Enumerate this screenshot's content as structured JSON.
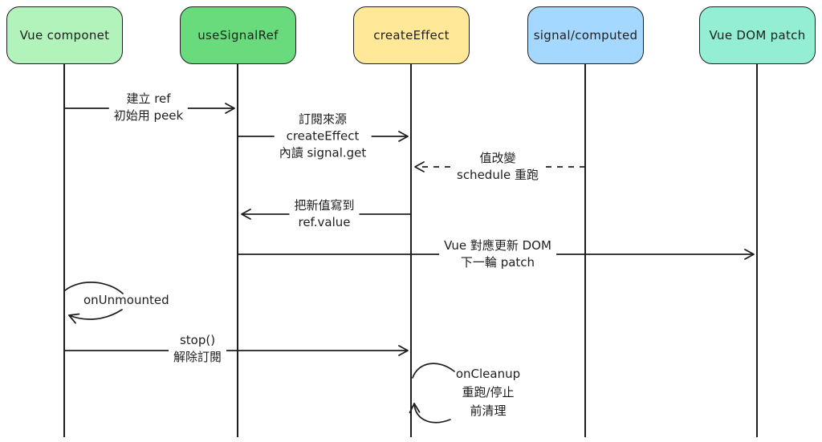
{
  "diagram": {
    "type": "sequence-diagram",
    "colors": {
      "stroke": "#1e1e1e",
      "background": "#ffffff"
    },
    "participants": [
      {
        "label": "Vue componet",
        "fill": "#b2f2bb"
      },
      {
        "label": "useSignalRef",
        "fill": "#69db7c"
      },
      {
        "label": "createEffect",
        "fill": "#ffe999"
      },
      {
        "label": "signal/computed",
        "fill": "#a5d8ff"
      },
      {
        "label": "Vue DOM patch",
        "fill": "#93eed3"
      }
    ],
    "messages": [
      {
        "from": "Vue componet",
        "to": "useSignalRef",
        "style": "solid",
        "lines": [
          "建立 ref",
          "初始用 peek"
        ]
      },
      {
        "from": "useSignalRef",
        "to": "createEffect",
        "style": "solid",
        "lines": [
          "訂閱來源",
          "createEffect",
          "內讀 signal.get"
        ]
      },
      {
        "from": "signal/computed",
        "to": "createEffect",
        "style": "dashed",
        "lines": [
          "值改變",
          "schedule 重跑"
        ]
      },
      {
        "from": "createEffect",
        "to": "useSignalRef",
        "style": "solid",
        "lines": [
          "把新值寫到",
          "ref.value"
        ]
      },
      {
        "from": "useSignalRef",
        "to": "Vue DOM patch",
        "style": "solid",
        "lines": [
          "Vue 對應更新 DOM",
          "下一輪 patch"
        ]
      },
      {
        "from": "Vue componet",
        "to": "Vue componet",
        "style": "self",
        "lines": [
          "onUnmounted"
        ]
      },
      {
        "from": "Vue componet",
        "to": "createEffect",
        "style": "solid",
        "lines": [
          "stop()",
          "解除訂閱"
        ]
      },
      {
        "from": "createEffect",
        "to": "createEffect",
        "style": "self",
        "lines": [
          "onCleanup",
          "重跑/停止",
          "前清理"
        ]
      }
    ]
  }
}
